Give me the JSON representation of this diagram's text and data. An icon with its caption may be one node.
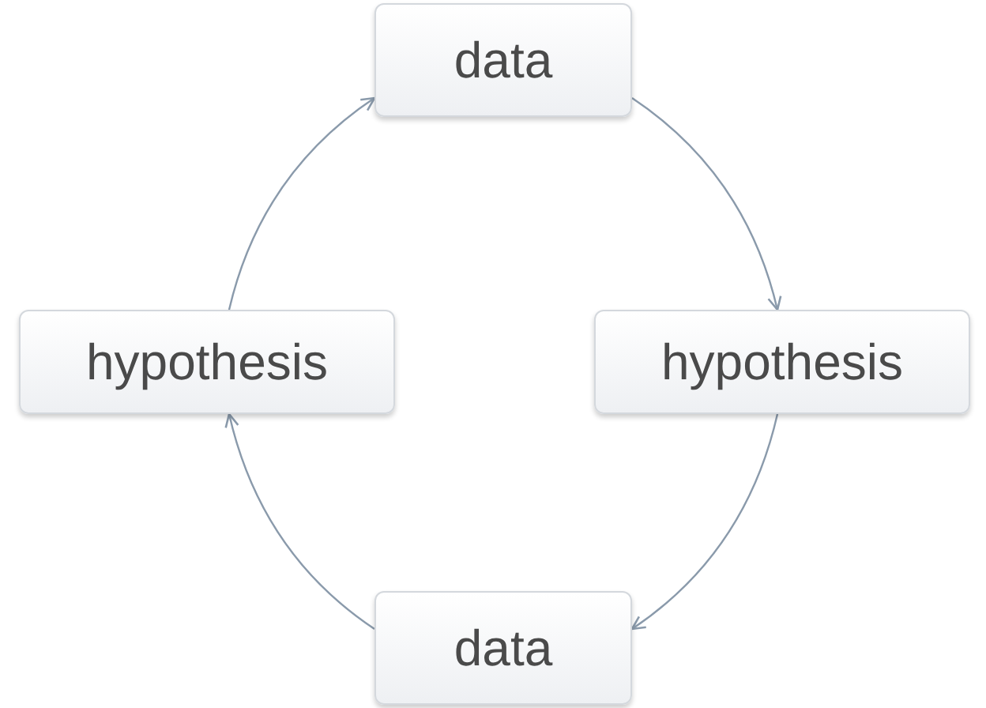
{
  "diagram": {
    "nodes": [
      {
        "text": [
          "data"
        ]
      },
      {
        "text": [
          "hypothesis"
        ]
      },
      {
        "text": [
          "hypothesis"
        ]
      },
      {
        "text": [
          "data"
        ]
      }
    ],
    "edges": [
      {
        "from": 1,
        "to": 0,
        "arrow": "to"
      },
      {
        "from": 0,
        "to": 2,
        "arrow": "to"
      },
      {
        "from": 2,
        "to": 3,
        "arrow": "to"
      },
      {
        "from": 3,
        "to": 1,
        "arrow": "to"
      }
    ]
  }
}
